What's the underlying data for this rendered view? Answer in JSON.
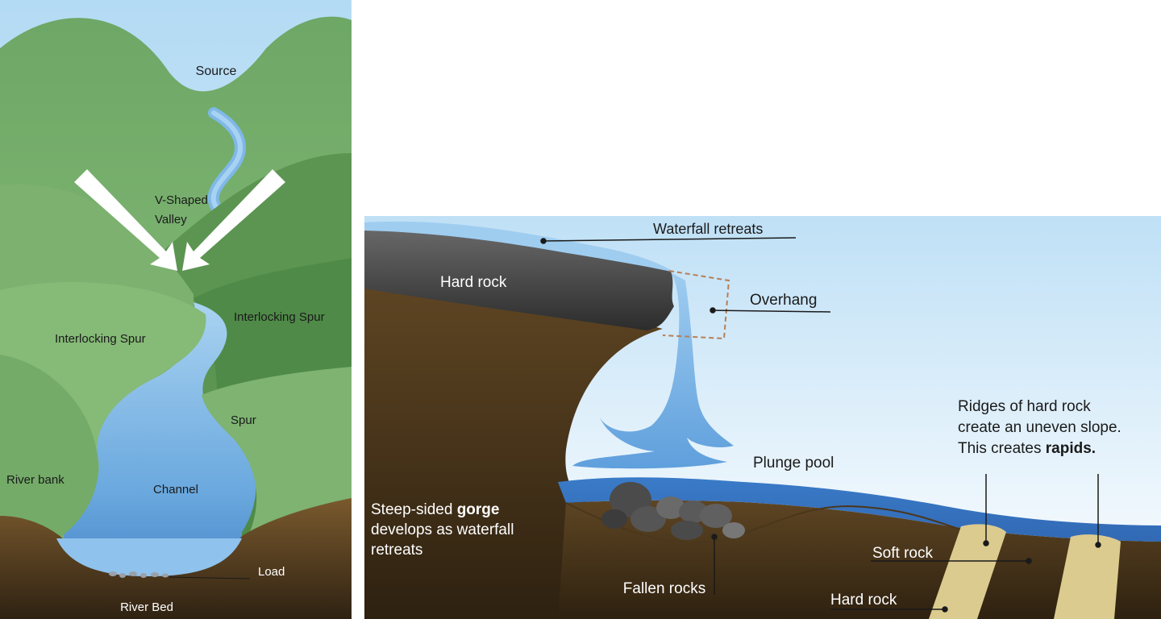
{
  "upper_course": {
    "labels": {
      "source": "Source",
      "v_valley_1": "V-Shaped",
      "v_valley_2": "Valley",
      "interlocking_spur_left": "Interlocking Spur",
      "interlocking_spur_right": "Interlocking Spur",
      "spur": "Spur",
      "river_bank": "River bank",
      "channel": "Channel",
      "load": "Load",
      "river_bed": "River Bed"
    }
  },
  "waterfall": {
    "labels": {
      "waterfall_retreats": "Waterfall retreats",
      "hard_rock_top": "Hard rock",
      "overhang": "Overhang",
      "plunge_pool": "Plunge pool",
      "gorge_1_pre": "Steep-sided ",
      "gorge_1_bold": "gorge",
      "gorge_2": "develops as waterfall",
      "gorge_3": "retreats",
      "fallen_rocks": "Fallen rocks",
      "ridges_1": "Ridges of hard rock",
      "ridges_2": "create an uneven slope.",
      "ridges_3_pre": "This creates ",
      "ridges_3_bold": "rapids.",
      "soft_rock": "Soft rock",
      "hard_rock_bottom": "Hard rock"
    }
  },
  "colors": {
    "sky": "#bcdff5",
    "hill_light": "#86b978",
    "hill_dark": "#4f8a4b",
    "water": "#7ab7e3",
    "water_deep": "#3f7fc7",
    "earth": "#5b4424",
    "earth_dark": "#3d2c16",
    "rock_dark": "#3f3f3f",
    "soft_rock": "#dccb8f"
  }
}
